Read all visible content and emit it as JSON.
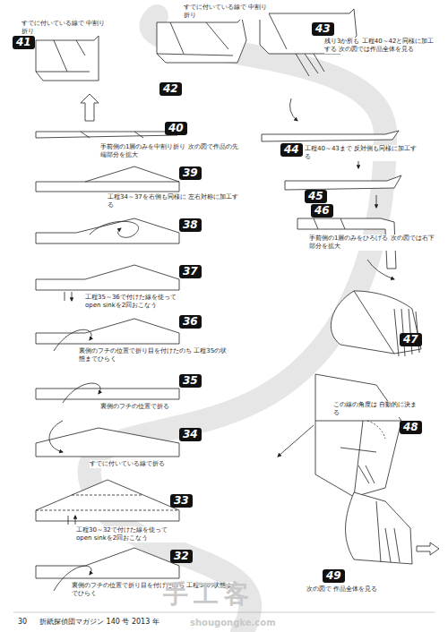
{
  "diagram": {
    "nodes": [
      {
        "text": [
          "41"
        ]
      },
      {
        "text": [
          "42"
        ]
      },
      {
        "text": [
          "43"
        ]
      },
      {
        "text": [
          "40"
        ]
      },
      {
        "text": [
          "44"
        ]
      },
      {
        "text": [
          "39"
        ]
      },
      {
        "text": [
          "45"
        ]
      },
      {
        "text": [
          "46"
        ]
      },
      {
        "text": [
          "38"
        ]
      },
      {
        "text": [
          "37"
        ]
      },
      {
        "text": [
          "36"
        ]
      },
      {
        "text": [
          "47"
        ]
      },
      {
        "text": [
          "35"
        ]
      },
      {
        "text": [
          "48"
        ]
      },
      {
        "text": [
          "34"
        ]
      },
      {
        "text": [
          "33"
        ]
      },
      {
        "text": [
          "49"
        ]
      },
      {
        "text": [
          "32"
        ]
      }
    ],
    "labels": [
      "すでに付いている線で 中割り折り",
      "すでに付いている線で 中割り折り",
      "残り3か所も 工程40～42と同様に加工する 次の図では作品全体を見る",
      "手前側の1層のみを中割り折り 次の図で作品の先端部分を拡大",
      "工程34～37を右側も同様に 左右対称に加工する",
      "工程40～43まで 反対側も同様に加工する",
      "手前側の1層のみをひろげる 次の図では右下部分を拡大",
      "工程35～36で付けた線を使って open sinkを2回おこなう",
      "裏側のフチの位置で折り目を付けたのち 工程35の状態までひらく",
      "裏側のフチの位置で折る",
      "すでに付いている線で折る",
      "この線の角度は 自動的に決まる",
      "工程30～32で付けた線を使って open sinkを2回おこなう",
      "裏側のフチの位置で折り目を付けたのち 工程30の状態までひらく",
      "次の図で 作品全体を見る",
      "30",
      "折紙探偵団マガジン 140 号 2013 年",
      "手工客",
      "shougongke.com"
    ]
  }
}
